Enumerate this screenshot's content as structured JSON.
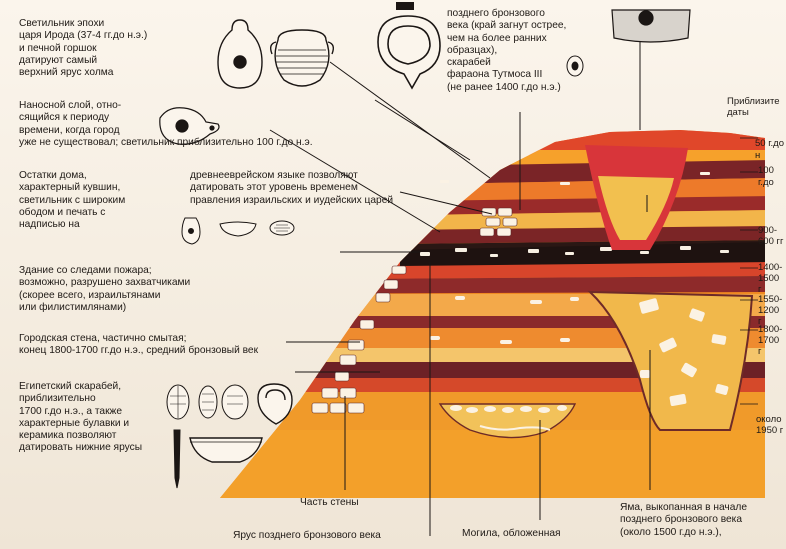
{
  "labels": {
    "herod": "Светильник эпохи\nцаря Ирода (37-4 гг.до н.э.)\nи печной горшок\nдатируют самый\nверхний ярус холма",
    "alluvium": "Наносной слой, отно-\nсящийся к периоду\nвремени, когда город\nуже не существовал; светильник приблизительно 100 г.до н.э.",
    "house": "Остатки дома,\nхарактерный кувшин,\nсветильник с широким\nободом и печать с\nнадписью на",
    "hebrew": "древнееврейском языке позволяют\nдатировать этот уровень временем\nправления израильских и иудейских царей",
    "building": "Здание со следами пожара;\nвозможно, разрушено захватчиками\n(скорее всего, израильтянами\nили филистимлянами)",
    "wall": "Городская стена, частично смытая;\nконец 1800-1700 гг.до н.э., средний бронзовый век",
    "scarab": "Египетский скарабей,\nприблизительно\n1700 г.до н.э., а также\nхарактерные булавки и\nкерамика позволяют\nдатировать нижние ярусы",
    "late_bronze_top": "позднего бронзового\nвека (край загнут острее,\nчем на более ранних\nобразцах),\nскарабей\nфараона Тутмоса III\n(не ранее 1400 г.до н.э.)",
    "wall_part": "Часть стены",
    "late_bronze_layer": "Ярус позднего бронзового века",
    "grave": "Могила, обложенная",
    "pit": "Яма, выкопанная в начале\nпозднего бронзового века\n(около 1500 г.до н.э.),"
  },
  "dates": {
    "title": "Приблизите\nдаты",
    "d50": "50 г.до н",
    "d100": "100 г.до",
    "d900": "900-\n600 гг",
    "d1400": "1400-\n1500 г",
    "d1550": "1550-\n1200 г",
    "d1800": "1800-\n1700 г",
    "d1950": "около\n1950 г"
  }
}
